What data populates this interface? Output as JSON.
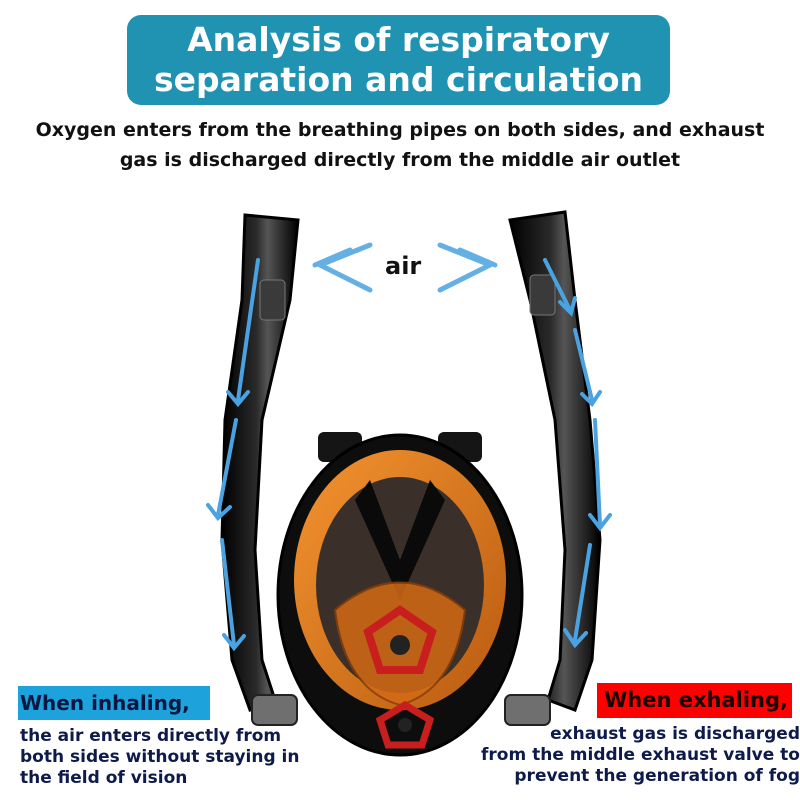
{
  "title": {
    "line1": "Analysis of respiratory",
    "line2": "separation and circulation"
  },
  "subtitle": {
    "line1": "Oxygen enters from the breathing pipes on both sides, and exhaust",
    "line2": "gas is discharged directly from the middle air outlet"
  },
  "air_label": "air",
  "inhale": {
    "heading": "When inhaling,",
    "lines": [
      "the air enters directly from",
      "both sides without staying in",
      "the field of vision"
    ]
  },
  "exhale": {
    "heading": "When exhaling,",
    "lines": [
      "exhaust gas is discharged",
      "from the middle exhaust valve to",
      "prevent the generation of fog"
    ]
  },
  "colors": {
    "title_bg": "#1f93b1",
    "inhale_bg": "#1ea2dc",
    "exhale_bg": "#ff0000",
    "mask_frame": "#e07a1c",
    "tube": "#111111",
    "valve": "#c81e1e",
    "arrow": "#4aa3e0"
  }
}
